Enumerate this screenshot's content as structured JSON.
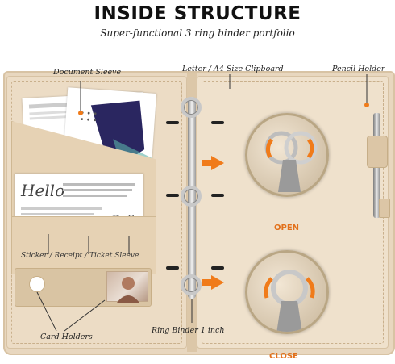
{
  "header": {
    "title": "INSIDE STRUCTURE",
    "subtitle": "Super-functional 3 ring binder portfolio"
  },
  "callouts": {
    "document_sleeve": "Document Sleeve",
    "clipboard": "Letter / A4 Size Clipboard",
    "pencil_holder": "Pencil Holder",
    "sticker_sleeve": "Sticker / Receipt / Ticket Sleeve",
    "card_holders": "Card Holders",
    "ring_binder": "Ring Binder 1 inch"
  },
  "details": {
    "open_label": "OPEN",
    "close_label": "CLOSE"
  },
  "colors": {
    "accent": "#f07b1a",
    "leather": "#e8d7bf"
  },
  "icons": {
    "arrow": "orange-arrow-icon",
    "ring": "ring-mechanism-icon",
    "pencil": "pencil-icon"
  }
}
